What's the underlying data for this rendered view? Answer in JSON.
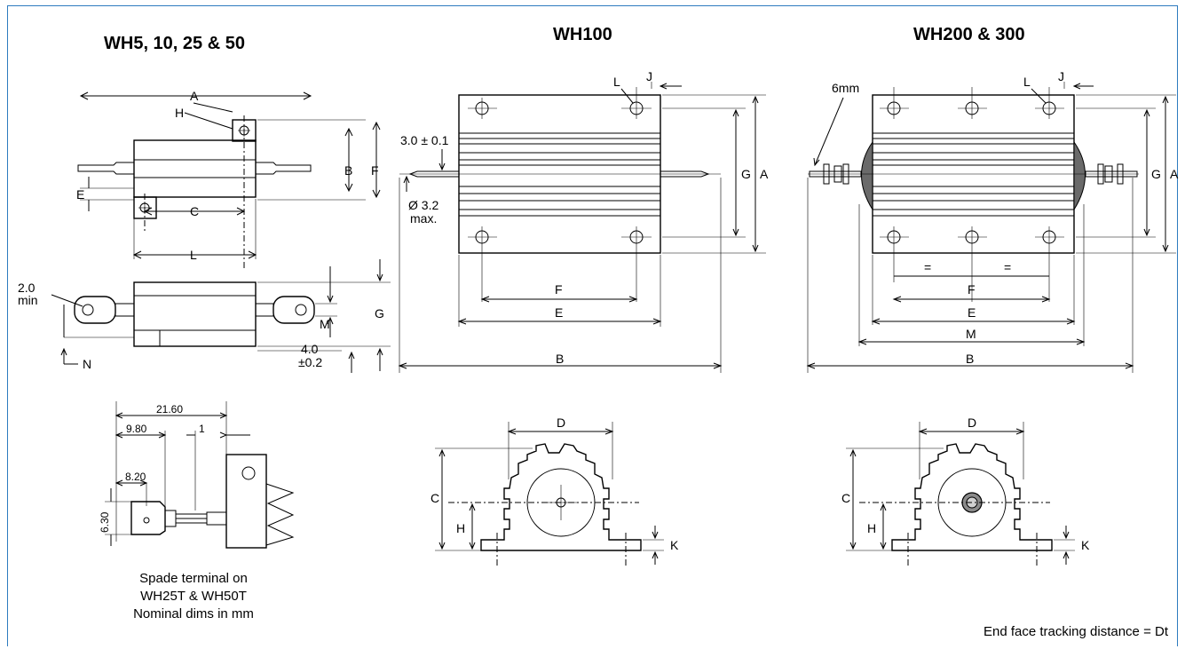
{
  "titles": {
    "small_series": "WH5, 10, 25 & 50",
    "mid_series": "WH100",
    "large_series": "WH200 & 300"
  },
  "caption": {
    "line1": "Spade terminal on",
    "line2": "WH25T & WH50T",
    "line3": "Nominal dims in mm"
  },
  "footnote": "End face tracking distance = Dt",
  "dim_labels": {
    "A": "A",
    "B": "B",
    "C": "C",
    "D": "D",
    "E": "E",
    "F": "F",
    "G": "G",
    "H": "H",
    "J": "J",
    "K": "K",
    "L": "L",
    "M": "M",
    "N": "N",
    "eq": "="
  },
  "annotations": {
    "min_a": "2.0",
    "min_b": "min",
    "tol_a": "4.0",
    "tol_b": "±0.2",
    "pin_dia": "3.0 ± 0.1",
    "pin_max_a": "Ø 3.2",
    "pin_max_b": "max.",
    "stud": "6mm",
    "spade_21": "21.60",
    "spade_98": "9.80",
    "spade_1": "1",
    "spade_82": "8.20",
    "spade_63": "6.30"
  }
}
